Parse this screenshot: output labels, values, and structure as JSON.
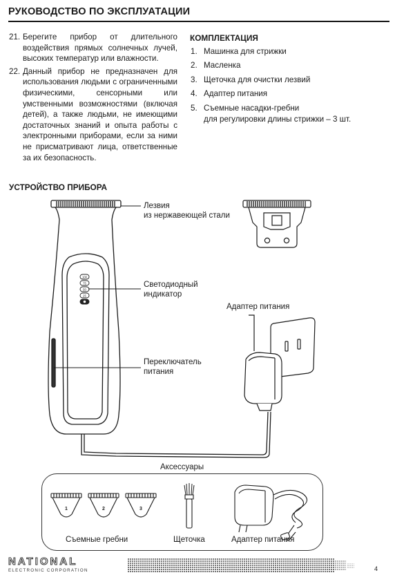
{
  "page": {
    "title": "РУКОВОДСТВО ПО ЭКСПЛУАТАЦИИ",
    "number": "4"
  },
  "precautions": [
    {
      "num": "21.",
      "text": "Берегите прибор от длительного воздействия прямых солнечных лучей, высоких температур или влажности."
    },
    {
      "num": "22.",
      "text": "Данный прибор не предназначен для использования людьми с ограниченными физическими, сенсорными или умственными возможностями (включая детей), а также людьми, не имеющими достаточных знаний и опыта работы с электронными приборами, если за ними не присматривают лица, ответственные за их безопасность."
    }
  ],
  "kit": {
    "heading": "КОМПЛЕКТАЦИЯ",
    "items": [
      {
        "num": "1.",
        "text": "Машинка для стрижки"
      },
      {
        "num": "2.",
        "text": "Масленка"
      },
      {
        "num": "3.",
        "text": "Щеточка для очистки лезвий"
      },
      {
        "num": "4.",
        "text": "Адаптер питания"
      },
      {
        "num": "5.",
        "text": "Съемные насадки-гребни",
        "cont": "для регулировки длины стрижки – 3 шт."
      }
    ]
  },
  "device": {
    "heading": "УСТРОЙСТВО ПРИБОРА",
    "labels": {
      "blades_1": "Лезвия",
      "blades_2": "из нержавеющей стали",
      "led_1": "Светодиодный",
      "led_2": "индикатор",
      "switch_1": "Переключатель",
      "switch_2": "питания",
      "adapter": "Адаптер питания"
    },
    "led_levels": [
      "100",
      "75",
      "50",
      "25"
    ]
  },
  "accessories": {
    "title": "Аксессуары",
    "combs_label": "Съемные гребни",
    "brush_label": "Щеточка",
    "adapter_label": "Адаптер питания",
    "comb_numbers": [
      "1",
      "2",
      "3"
    ]
  },
  "footer": {
    "brand": "NATIONAL",
    "tagline": "ELECTRONIC CORPORATION"
  }
}
